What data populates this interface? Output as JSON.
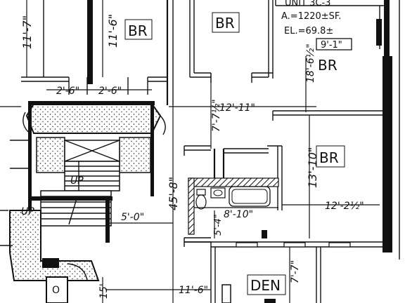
{
  "unit_info": {
    "unit": "UNIT 3C-3",
    "area": "A.=1220±SF.",
    "elevation": "EL.=69.8±",
    "ceiling": "9'-1\""
  },
  "rooms": {
    "br_top_left": "BR",
    "br_top_mid": "BR",
    "br_right_upper": "BR",
    "br_right_lower": "BR",
    "den": "DEN",
    "stair_up_1": "UP",
    "stair_up_2": "UP"
  },
  "dimensions": {
    "d_11_7": "11'-7\"",
    "d_11_6_top": "11'-6\"",
    "d_2_6_a": "2'-6\"",
    "d_2_6_b": "2'-6\"",
    "d_18_6_half": "18'-6½\"",
    "d_12_11": "12'-11\"",
    "d_7_7_half": "7'-7½\"",
    "d_13_10": "13'-10\"",
    "d_45_8": "45'-8\"",
    "d_12_2_half": "12'-2½\"",
    "d_8_10": "8'-10\"",
    "d_5_0": "5'-0\"",
    "d_5_4": "5'-4\"",
    "d_11_6_bottom": "11'-6\"",
    "d_7_7_bottom": "7'-7\"",
    "d_15": "15'",
    "marker_o": "O"
  }
}
